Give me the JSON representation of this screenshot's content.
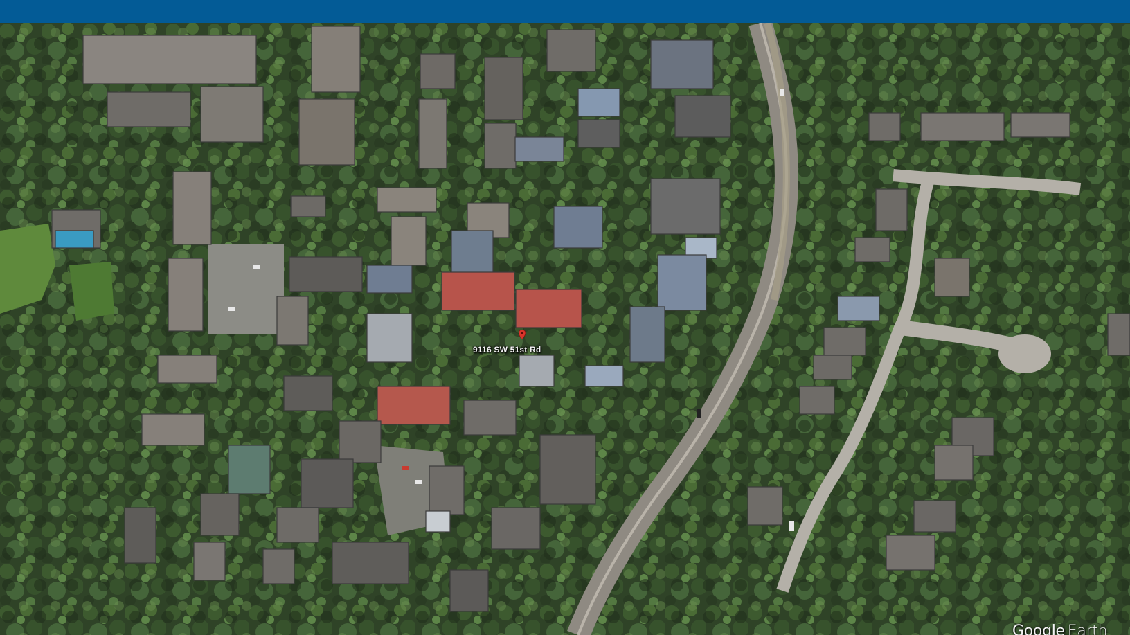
{
  "header": {
    "color": "#035b96"
  },
  "map": {
    "pin_label": "9116 SW 51st Rd",
    "pin_icon": "location-pin-icon",
    "pin_color": "#d9342b",
    "attribution": {
      "brand": "Google",
      "product": "Earth"
    }
  }
}
